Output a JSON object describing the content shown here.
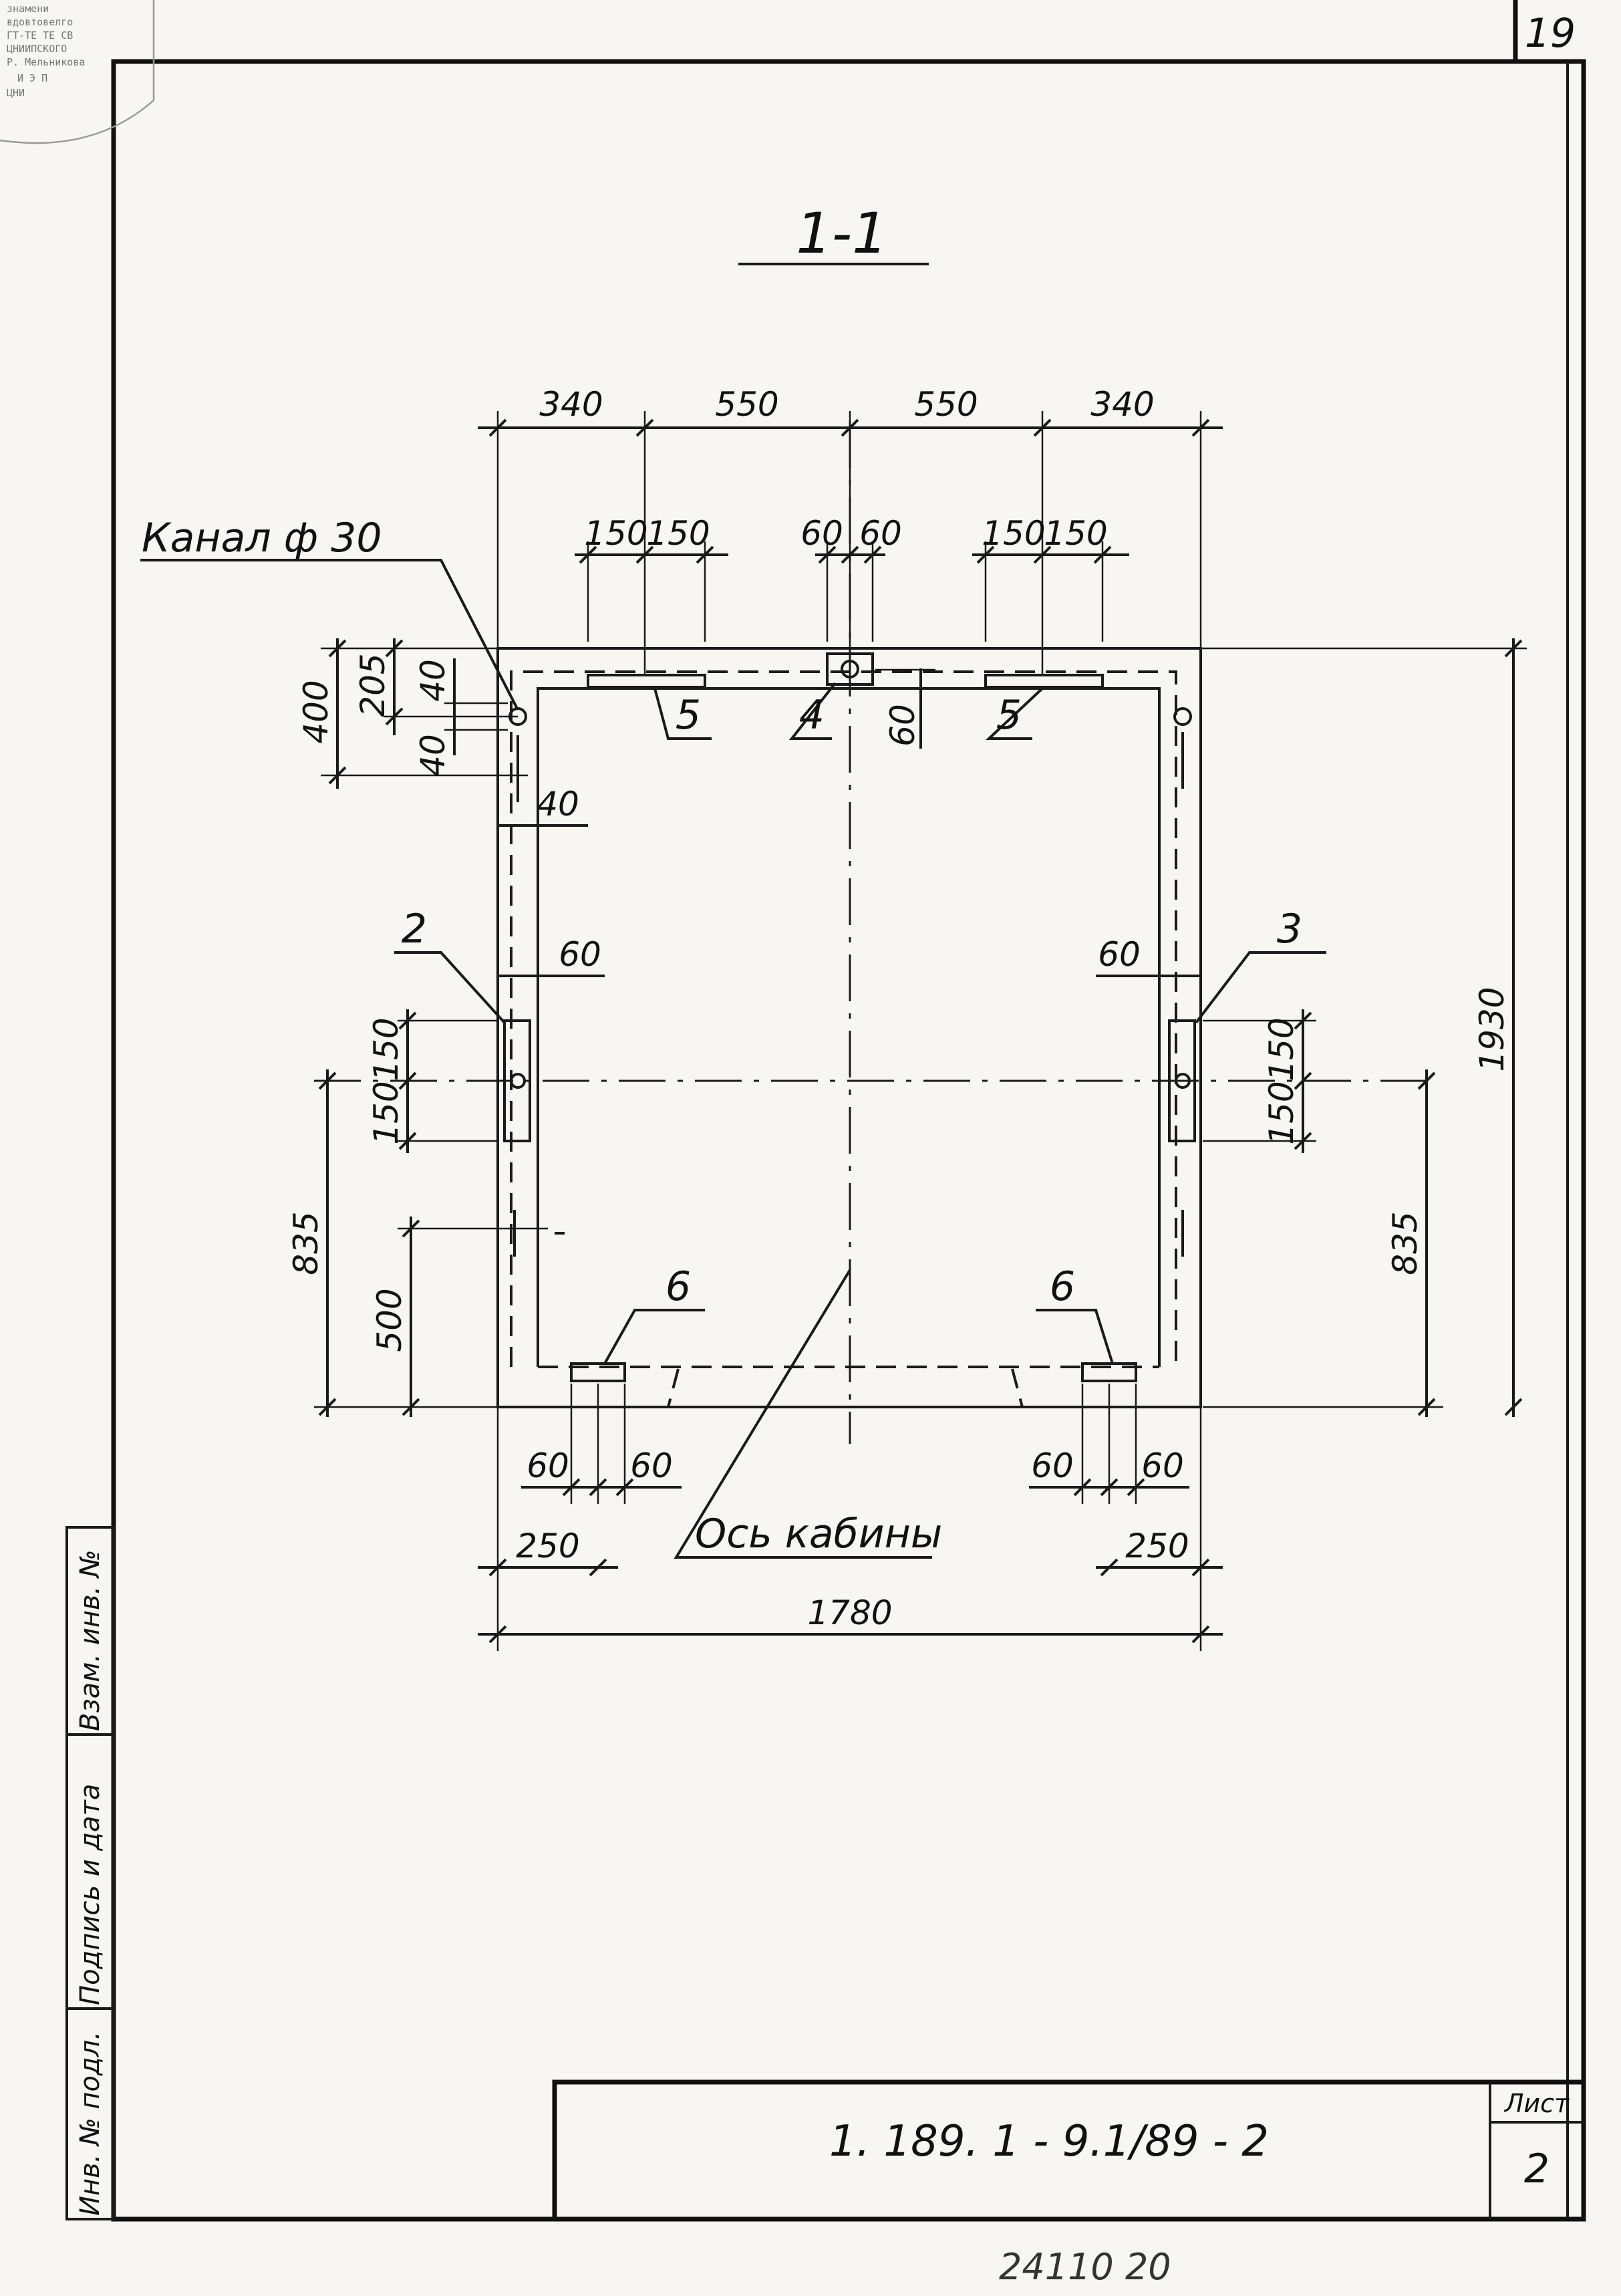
{
  "sheet_corner_number": "19",
  "section_title": "1-1",
  "labels": {
    "channel": "Канал ф 30",
    "cabin_axis": "Ось кабины"
  },
  "dimensions": {
    "top_chain": [
      "340",
      "550",
      "550",
      "340"
    ],
    "top_left_pair": [
      "150",
      "150"
    ],
    "top_center_pair": [
      "60",
      "60"
    ],
    "top_right_pair": [
      "150",
      "150"
    ],
    "left_top_400": "400",
    "left_top_205": "205",
    "left_top_40a": "40",
    "left_top_40b": "40",
    "left_40": "40",
    "left_60": "60",
    "right_60": "60",
    "left_150a": "150",
    "left_150b": "150",
    "right_150a": "150",
    "right_150b": "150",
    "center_60": "60",
    "left_835": "835",
    "left_500": "500",
    "right_835": "835",
    "right_1930": "1930",
    "bottom_left_pair": [
      "60",
      "60"
    ],
    "bottom_right_pair": [
      "60",
      "60"
    ],
    "bottom_left_250": "250",
    "bottom_right_250": "250",
    "overall_width": "1780"
  },
  "callouts": [
    "2",
    "3",
    "4",
    "5",
    "5",
    "6",
    "6"
  ],
  "side_stamp": {
    "inv_no": "Инв. № подл.",
    "signature_date": "Подпись и дата",
    "replacement_inv": "Взам. инв. №"
  },
  "title_block": {
    "doc_code": "1. 189. 1 - 9.1/89 - 2",
    "sheet_label": "Лист",
    "sheet_number": "2"
  },
  "footer_code": "24110   20",
  "corner_stamp_lines": [
    "знамени",
    "вдовтовелго",
    "ГТ-ТЕ ТЕ СВ",
    "ЦНИИПСКОГО",
    "Р. Мельникова",
    "И Э П",
    "ЦНИ"
  ]
}
